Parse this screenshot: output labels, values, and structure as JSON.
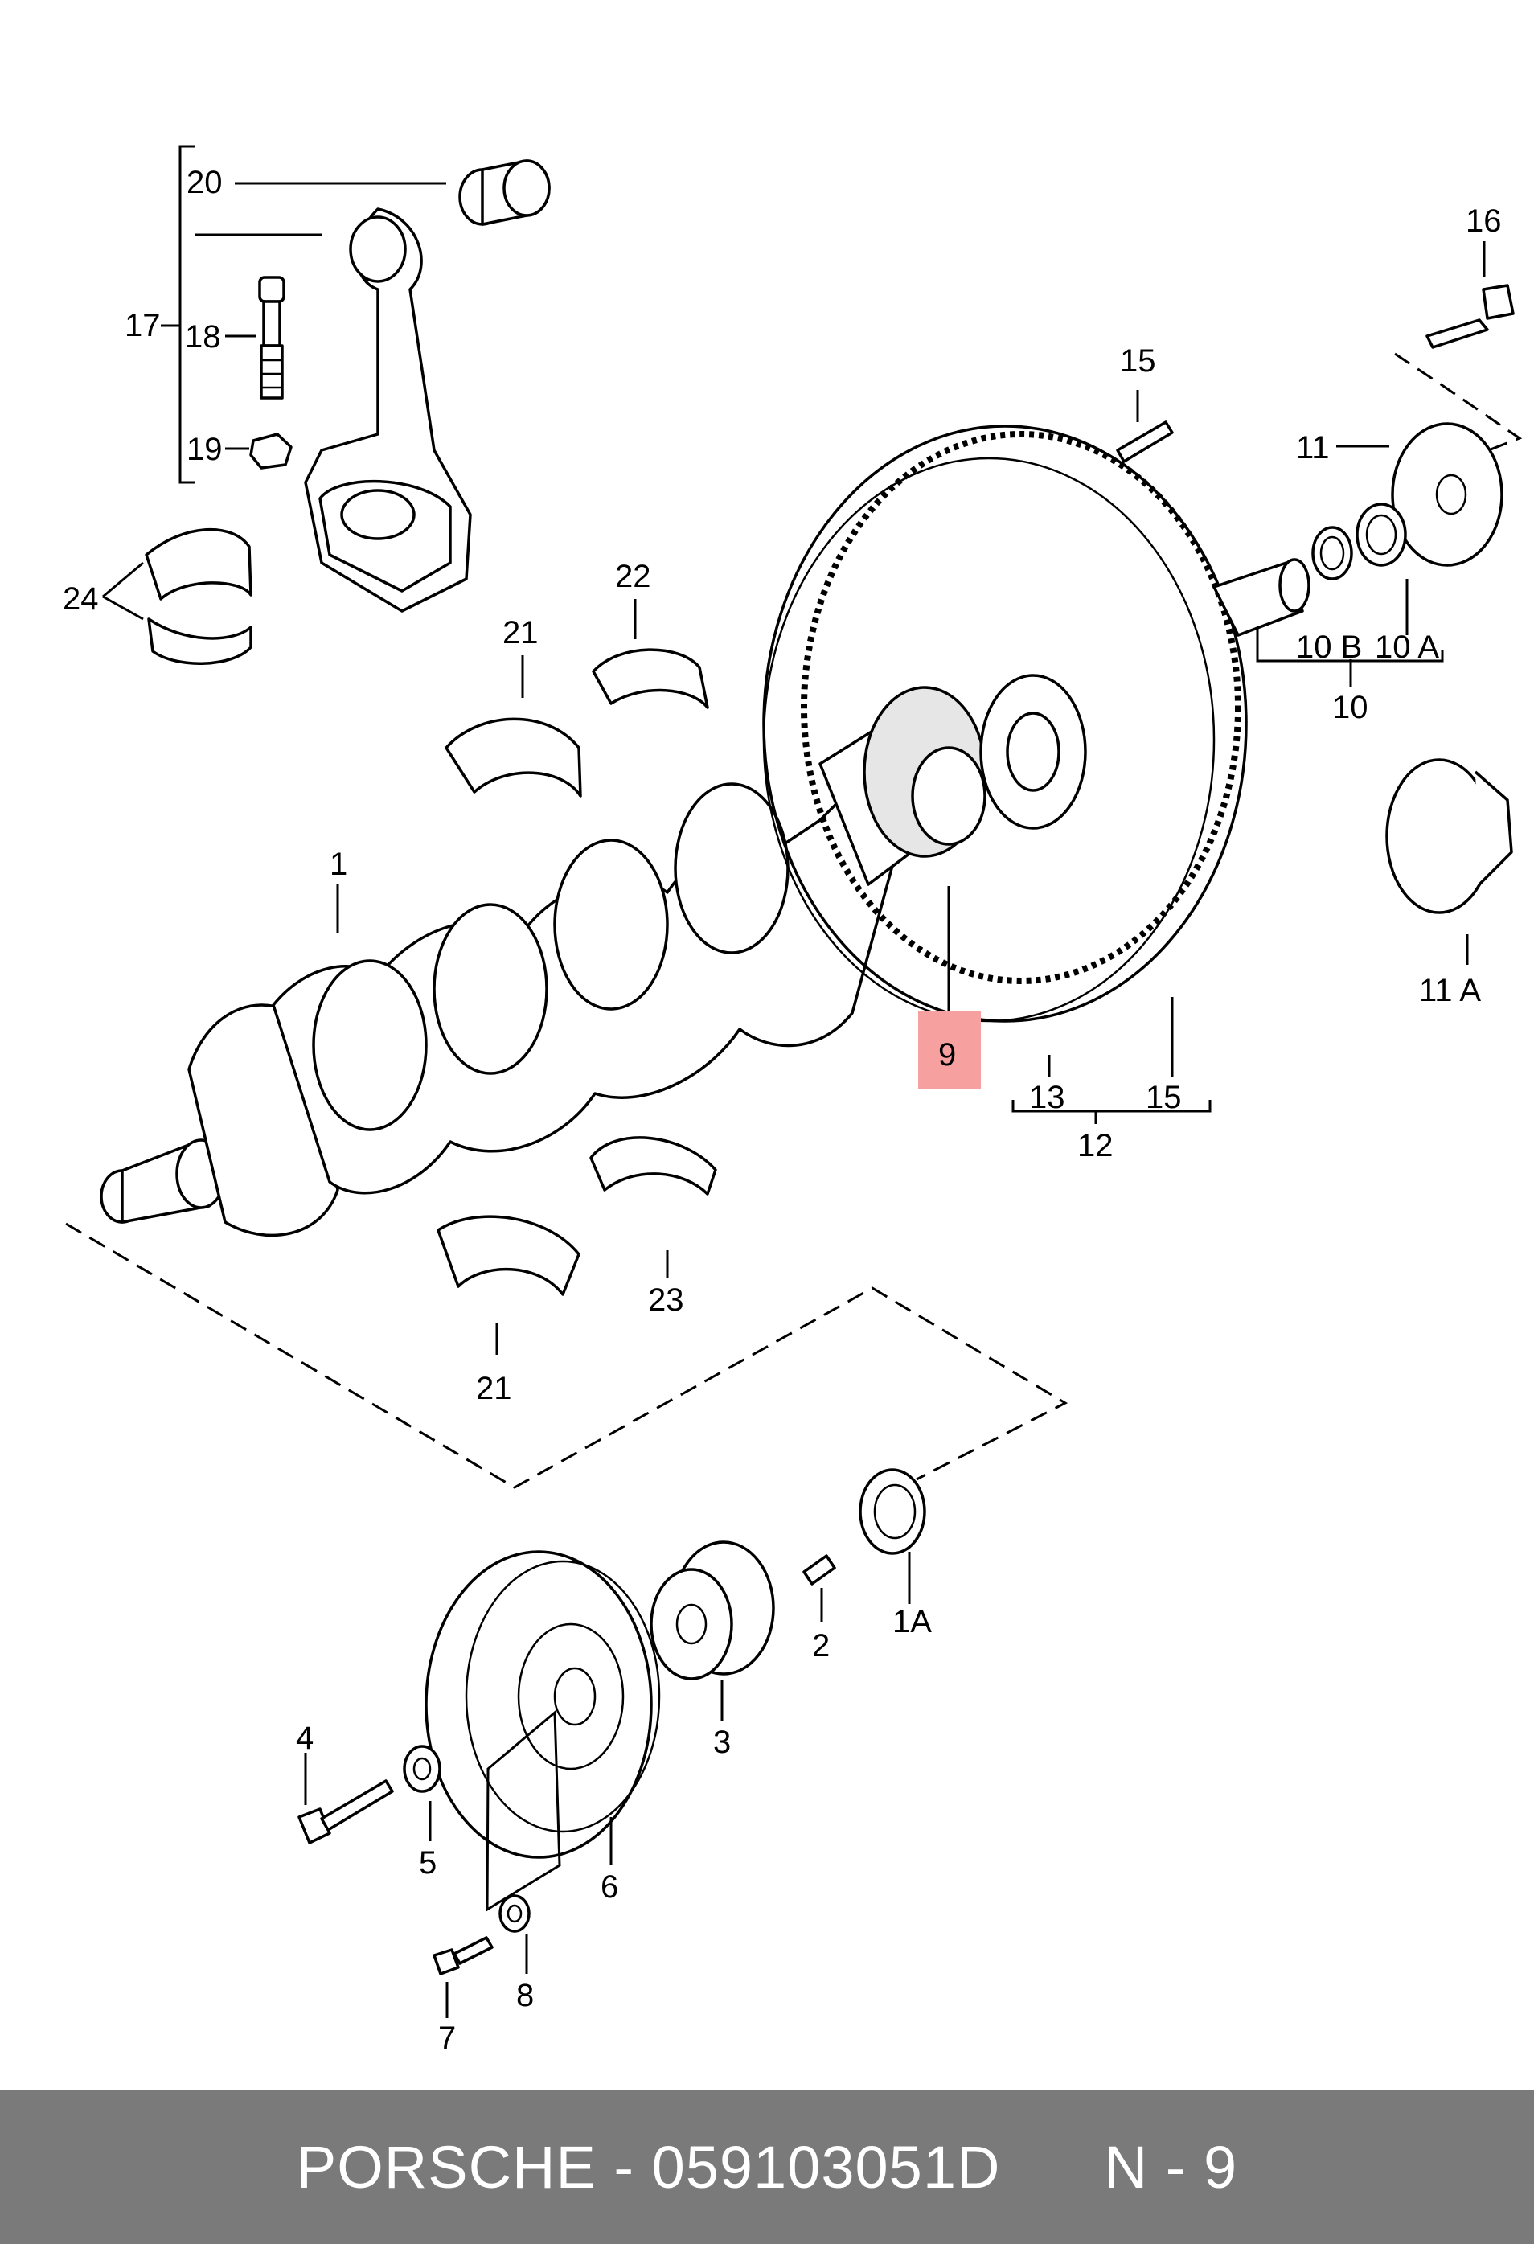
{
  "footer": {
    "brand": "PORSCHE",
    "separator": " - ",
    "part_number": "059103051D",
    "position": "N - 9"
  },
  "highlight": {
    "label": "9",
    "color": "#f7a0a0"
  },
  "callouts": {
    "l20": "20",
    "l17": "17",
    "l18": "18",
    "l19": "19",
    "l24": "24",
    "l22": "22",
    "l21a": "21",
    "l1": "1",
    "l15a": "15",
    "l16": "16",
    "l11": "11",
    "l10b": "10 B",
    "l10a": "10 A",
    "l10": "10",
    "l11a": "11 A",
    "l13": "13",
    "l15b": "15",
    "l12": "12",
    "l23": "23",
    "l21b": "21",
    "l1a": "1A",
    "l2": "2",
    "l3": "3",
    "l4": "4",
    "l5": "5",
    "l6": "6",
    "l7": "7",
    "l8": "8"
  }
}
